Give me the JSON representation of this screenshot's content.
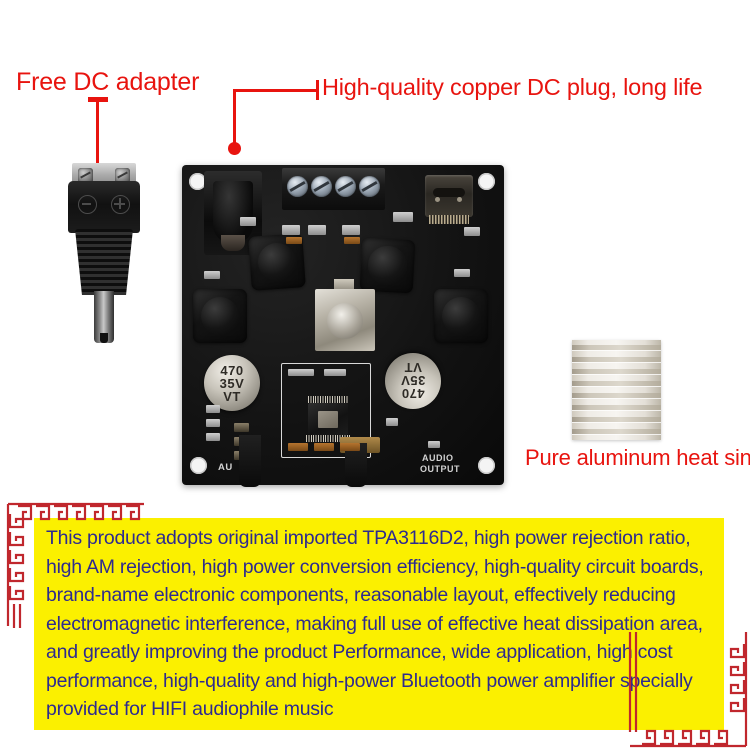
{
  "annotations": {
    "free_dc_adapter": "Free DC adapter",
    "dc_plug_quality": "High-quality copper DC plug, long life",
    "heat_sink": "Pure aluminum heat sink"
  },
  "colors": {
    "annotation_red": "#e8140f",
    "description_background": "#fbf000",
    "description_text": "#2e2b8f",
    "border_red": "#c0272d",
    "pcb_black": "#121212"
  },
  "pcb": {
    "silkscreen": {
      "audio_in": "AU",
      "audio_output_line1": "AUDIO",
      "audio_output_line2": "OUTPUT"
    },
    "capacitors": [
      {
        "value": "470",
        "voltage": "35V",
        "brand": "VT"
      },
      {
        "value": "470",
        "voltage": "35V",
        "brand": "VT"
      }
    ],
    "components": {
      "dc_jack": "dc-barrel-jack",
      "terminal_block_pins": 4,
      "usb_c_port": "usb-c-connector",
      "inductors": 4,
      "mounting_holes": 4,
      "amplifier_chip": "TPA3116D2"
    }
  },
  "heatsink": {
    "fin_count": 8
  },
  "description": {
    "lines": [
      "This product adopts original imported TPA3116D2, high power rejection ratio,",
      "high AM rejection, high power conversion efficiency, high-quality circuit boards,",
      "brand-name electronic components, reasonable layout, effectively reducing",
      "electromagnetic interference, making full use of effective heat dissipation area,",
      "and greatly improving the product Performance, wide application, high cost",
      "performance, high-quality and high-power Bluetooth power amplifier specially",
      "provided for HIFI audiophile music"
    ]
  }
}
